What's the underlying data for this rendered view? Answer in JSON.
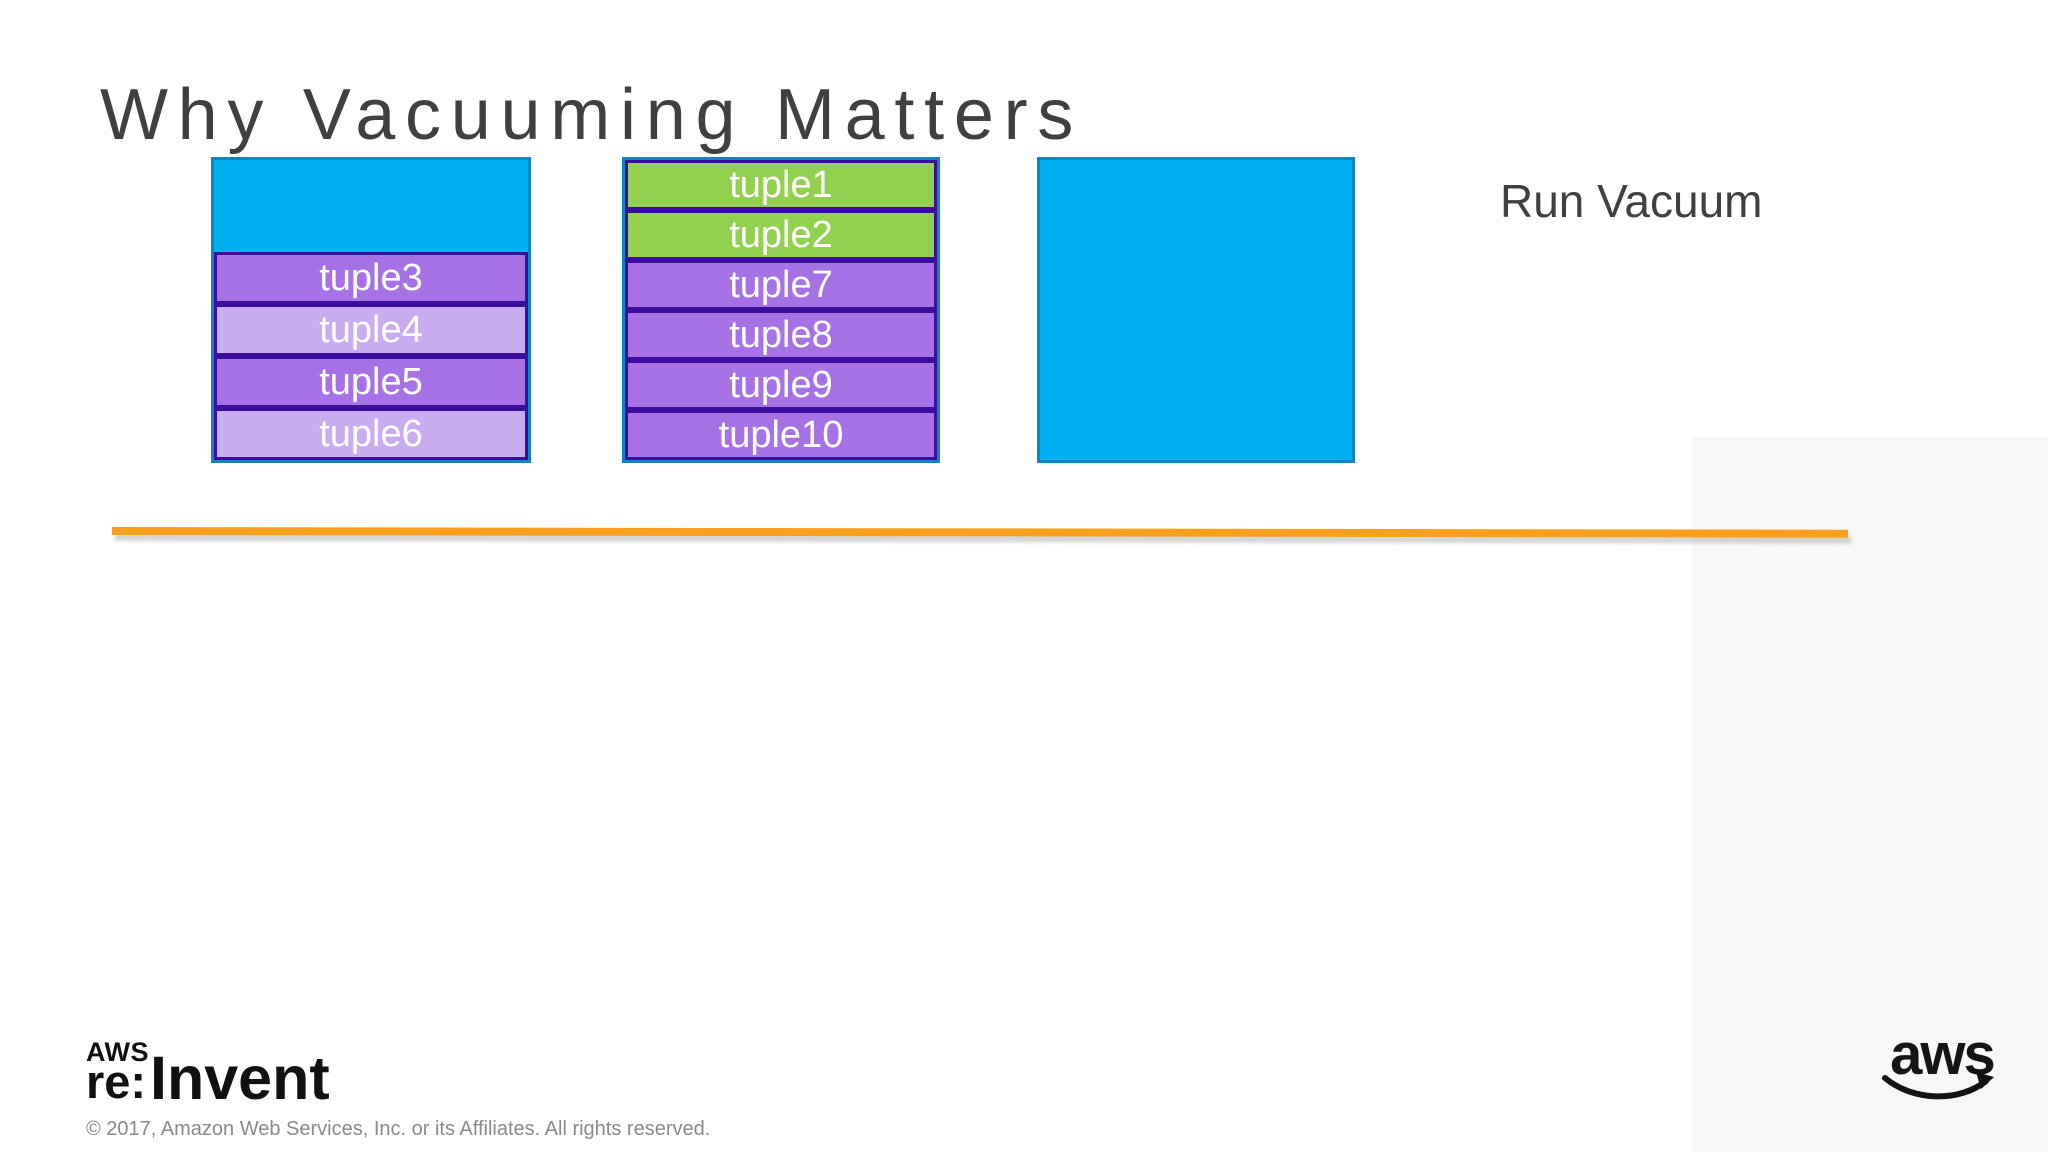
{
  "slide": {
    "title": "Why Vacuuming Matters",
    "run_vacuum_label": "Run Vacuum"
  },
  "colors": {
    "cyan_fill": "#00B1F1",
    "cyan_border": "#0D84C4",
    "purple_medium": "#A672E6",
    "purple_light": "#C9ADF0",
    "green": "#92D050",
    "row_border": "#3B0D9B",
    "orange_line": "#F8A01E",
    "title_gray": "#3F4040",
    "copyright_gray": "#8A8A8A"
  },
  "blocks": [
    {
      "name": "page-block-1",
      "has_free_space_top": true,
      "rows": [
        {
          "label": "tuple3",
          "variant": "purple_medium"
        },
        {
          "label": "tuple4",
          "variant": "purple_light"
        },
        {
          "label": "tuple5",
          "variant": "purple_medium"
        },
        {
          "label": "tuple6",
          "variant": "purple_light"
        }
      ]
    },
    {
      "name": "page-block-2",
      "has_free_space_top": false,
      "rows": [
        {
          "label": "tuple1",
          "variant": "green"
        },
        {
          "label": "tuple2",
          "variant": "green"
        },
        {
          "label": "tuple7",
          "variant": "purple_medium"
        },
        {
          "label": "tuple8",
          "variant": "purple_medium"
        },
        {
          "label": "tuple9",
          "variant": "purple_medium"
        },
        {
          "label": "tuple10",
          "variant": "purple_medium"
        }
      ]
    },
    {
      "name": "page-block-3-empty",
      "has_free_space_top": false,
      "rows": []
    }
  ],
  "footer": {
    "reinvent_logo": {
      "aws": "AWS",
      "re": "re:",
      "invent": "Invent"
    },
    "copyright": "© 2017, Amazon Web Services, Inc. or its Affiliates. All rights reserved.",
    "aws_logo_text": "aws"
  }
}
